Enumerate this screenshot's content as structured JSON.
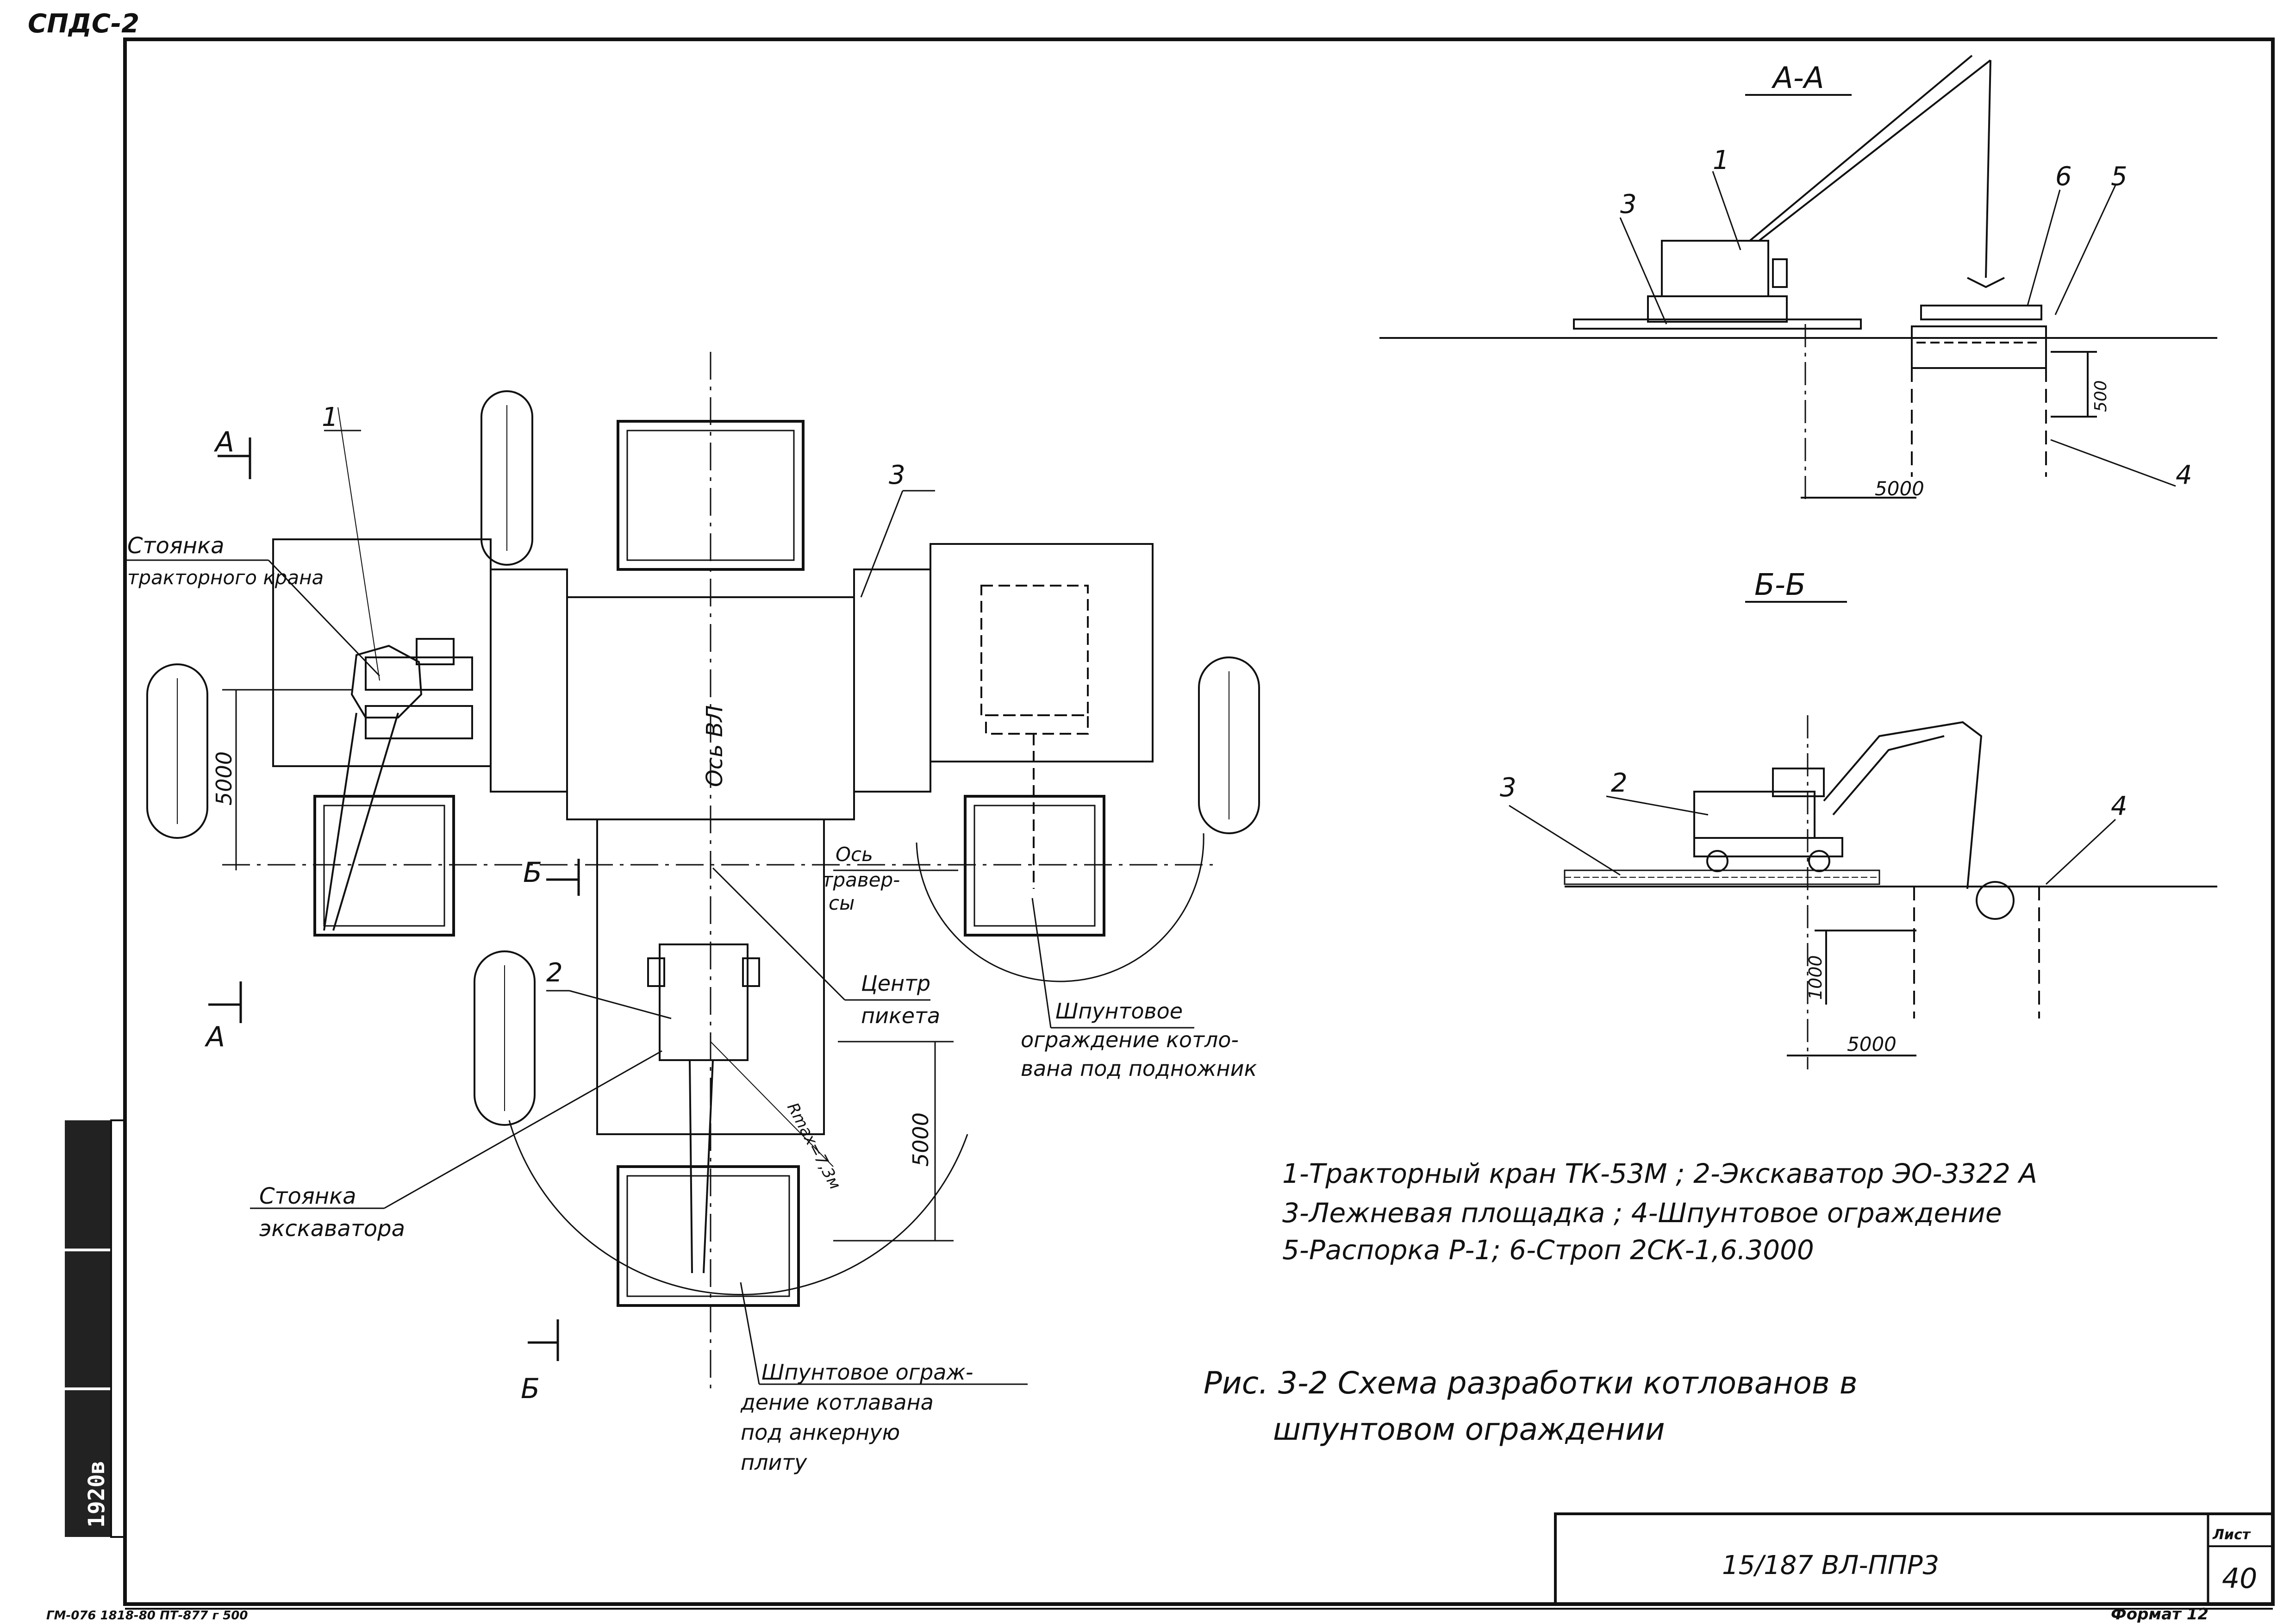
{
  "corner_tag": "СПДС-2",
  "format": "Формат 12",
  "bottom_stamp": "ГМ-076 1818-80 ПТ-877 г 500",
  "stamp_left": "1920в",
  "sections": {
    "aa": "А-А",
    "bb": "Б-Б"
  },
  "cut_marks": {
    "a": "А",
    "b": "Б"
  },
  "plan": {
    "crane_parking": [
      "Стоянка",
      "тракторного крана"
    ],
    "excavator_parking": [
      "Стоянка",
      "экскаватора"
    ],
    "axis_vl": "Ось ВЛ",
    "axis_traverse": [
      "Ось",
      "травер-",
      "сы"
    ],
    "picket_center": [
      "Центр",
      "пикета"
    ],
    "sheet_footing": [
      "Шпунтовое",
      "ограждение котло-",
      "вана под подножник"
    ],
    "sheet_anchor": [
      "Шпунтовое ограж-",
      "дение котлавана",
      "под анкерную",
      "плиту"
    ],
    "dim_5000_a": "5000",
    "dim_5000_b": "5000",
    "reach": "Rmax=7,3м",
    "callout_1": "1",
    "callout_2": "2",
    "callout_3": "3"
  },
  "section_aa": {
    "n1": "1",
    "n3": "3",
    "n4": "4",
    "n5": "5",
    "n6": "6",
    "d500": "500",
    "d5000": "5000"
  },
  "section_bb": {
    "n2": "2",
    "n3": "3",
    "n4": "4",
    "d1000": "1000",
    "d5000": "5000"
  },
  "legend": [
    "1-Тракторный кран ТК-53М ; 2-Экскаватор ЭО-3322 А",
    "3-Лежневая площадка ; 4-Шпунтовое ограждение",
    "5-Распорка Р-1; 6-Строп 2СК-1,6.3000"
  ],
  "caption": [
    "Рис. 3-2 Схема разработки котлованов в",
    "шпунтовом ограждении"
  ],
  "title_block": {
    "code": "15/187 ВЛ-ППР3",
    "sheet_label": "Лист",
    "sheet_no": "40"
  }
}
